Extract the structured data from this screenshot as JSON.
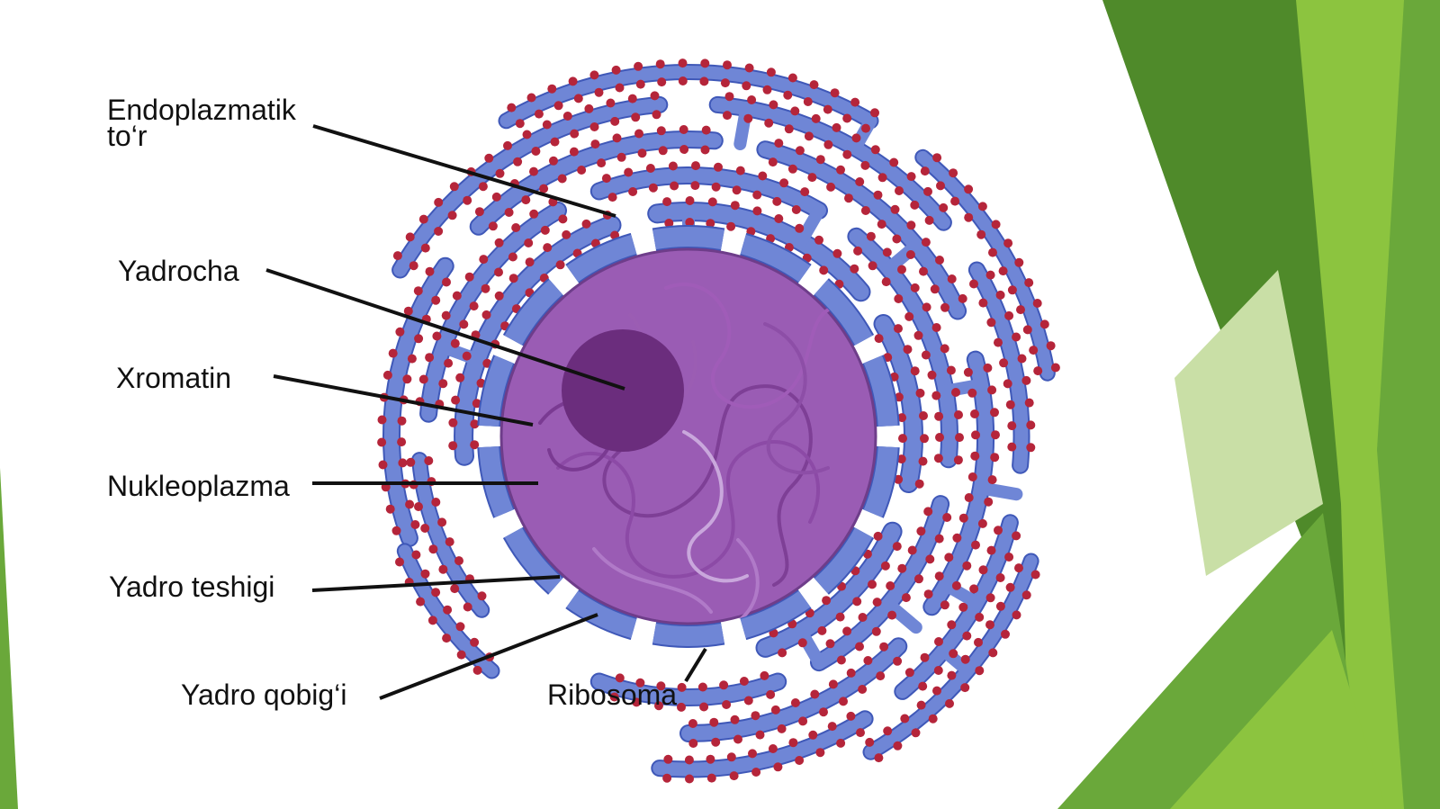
{
  "diagram": {
    "labels": {
      "er_line1": "Endoplazmatik",
      "er_line2": "to‘r",
      "nucleolus": "Yadrocha",
      "chromatin": "Xromatin",
      "nucleoplasm": "Nukleoplazma",
      "nuclear_pore": "Yadro teshigi",
      "nuclear_envelope": "Yadro qobig‘i",
      "ribosome": "Ribosoma"
    }
  },
  "colors": {
    "background": "#ffffff",
    "green_dark": "#4f8a2a",
    "green_mid": "#6aa83a",
    "green_light": "#8cc43f",
    "green_pale": "#c9dfa6",
    "er_fill": "#6f86d6",
    "er_stroke": "#3f58b8",
    "ribosome": "#b5253a",
    "nucleus_fill": "#9a5cb4",
    "nucleolus_fill": "#6b2d7d",
    "leader_line": "#111111"
  }
}
